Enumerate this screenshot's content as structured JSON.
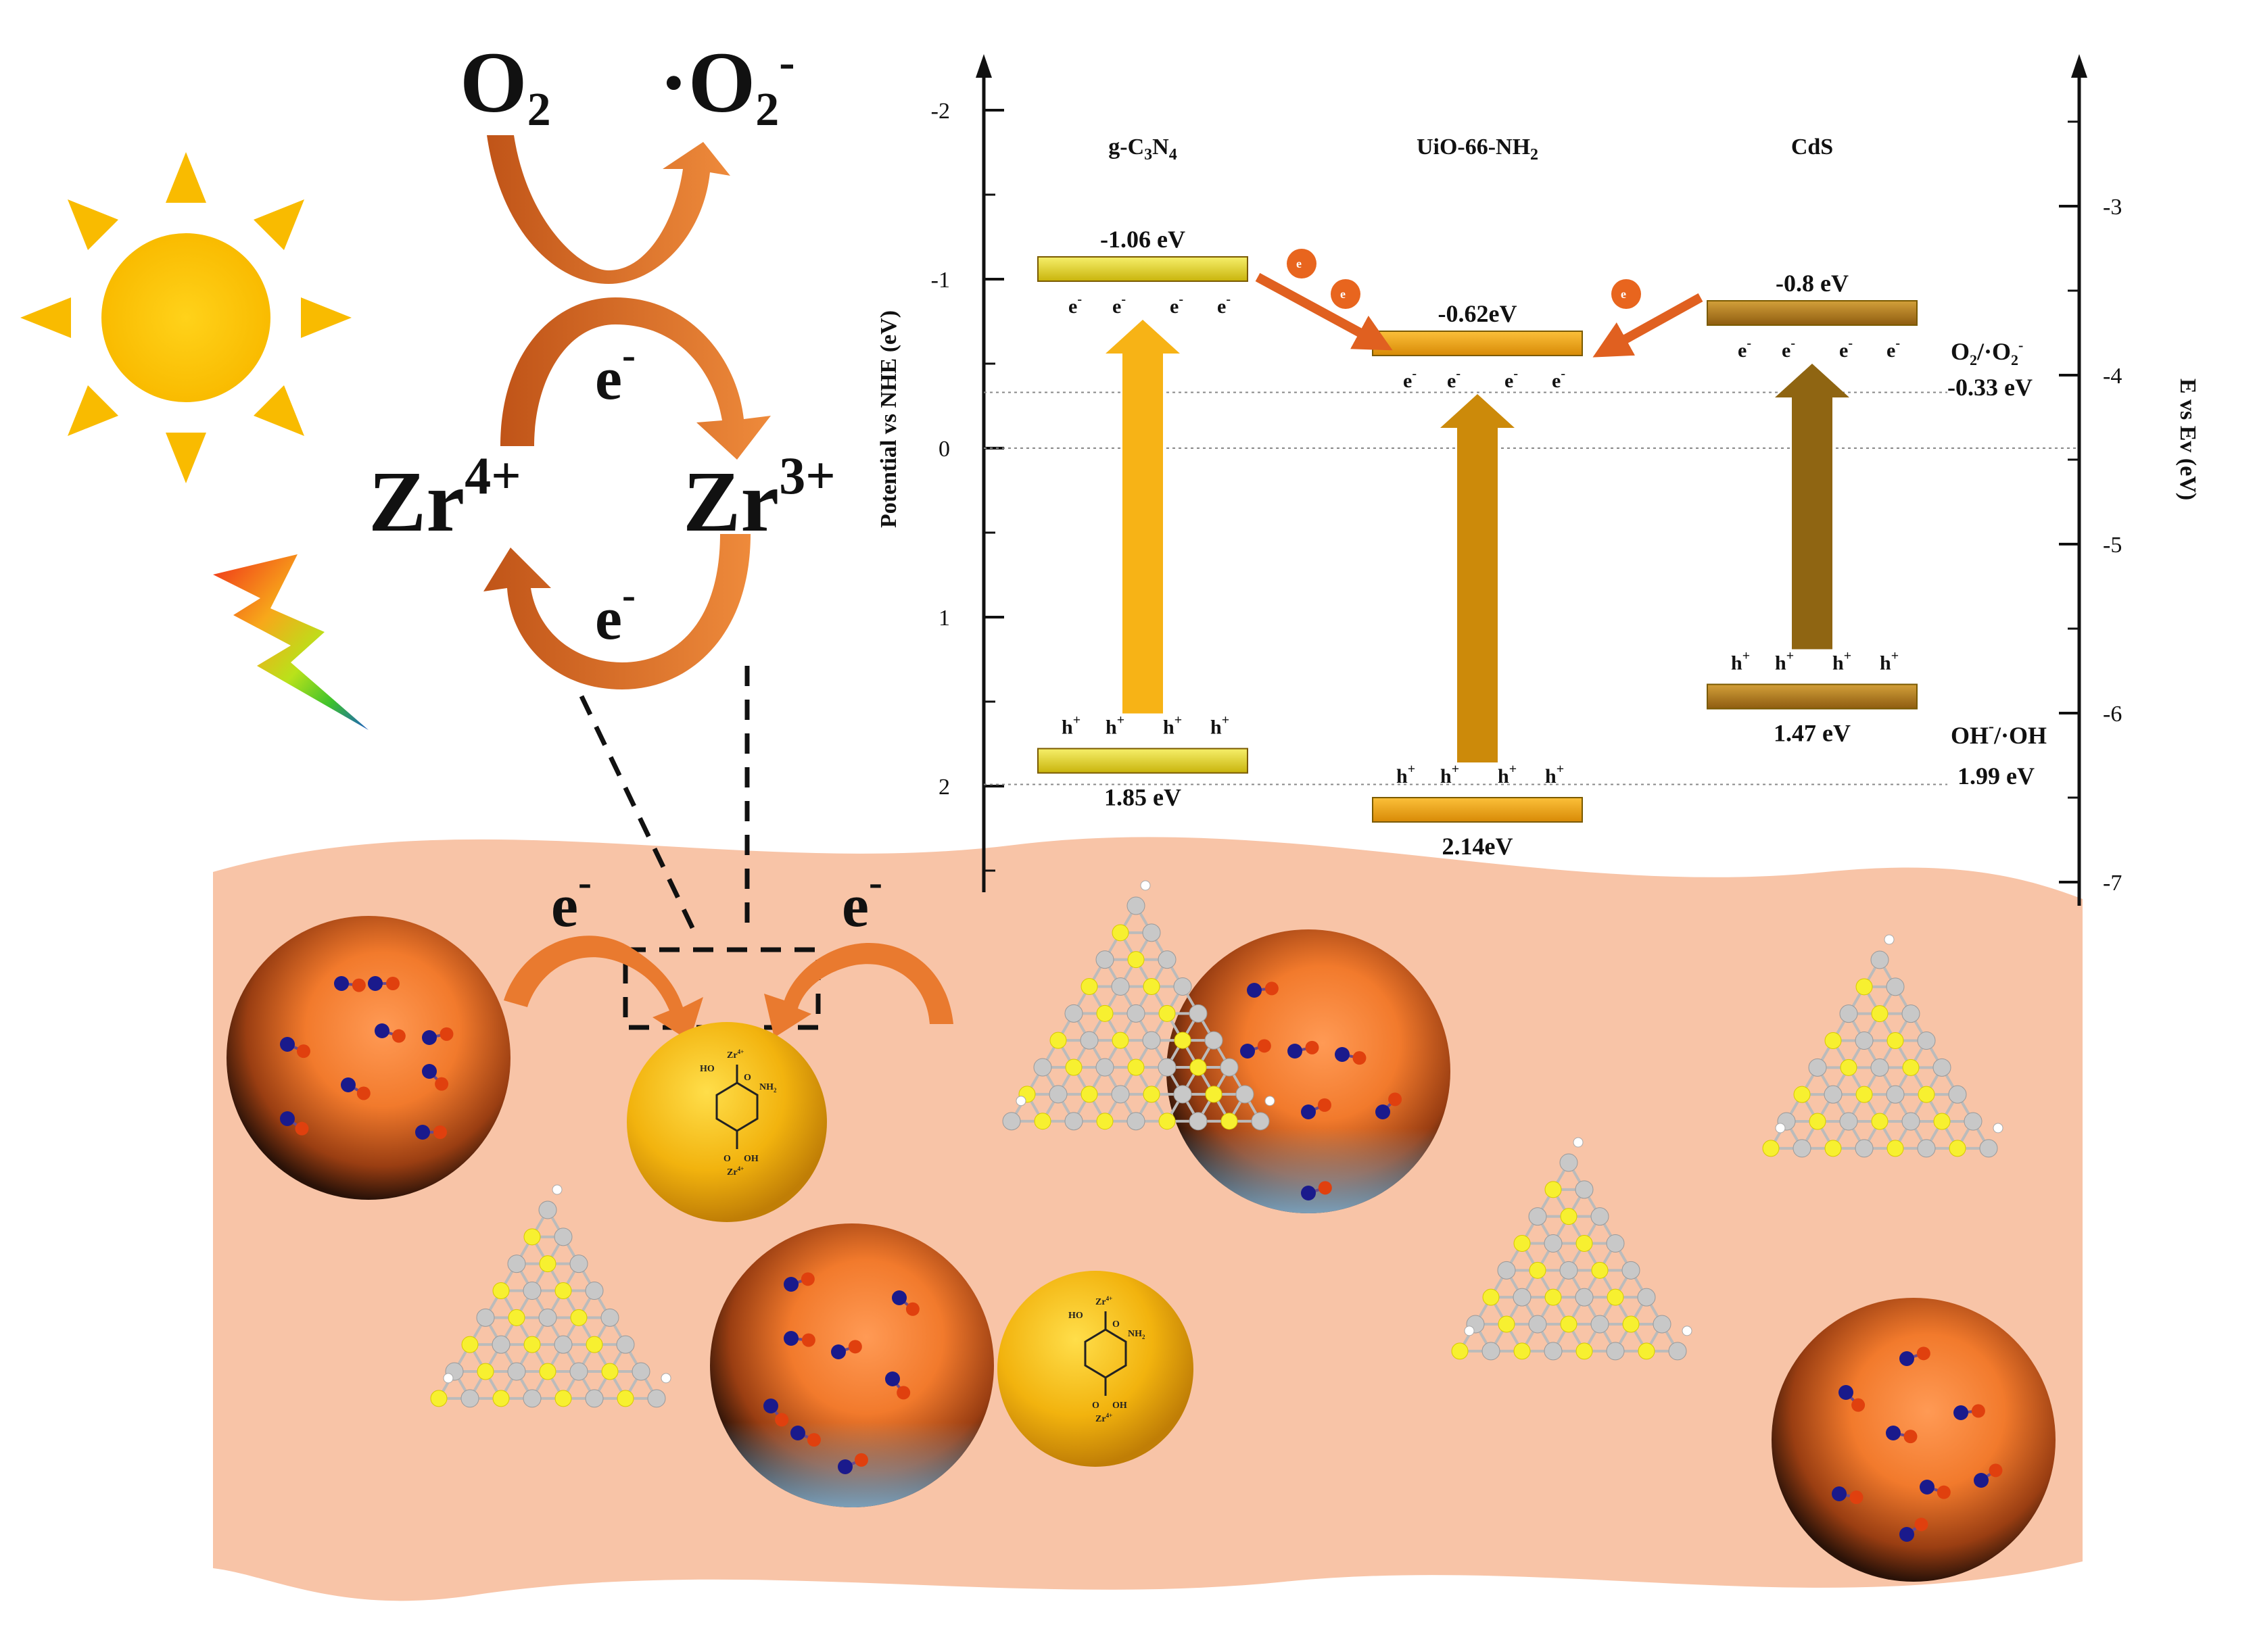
{
  "mechanism": {
    "o2": "O",
    "o2_sub": "2",
    "radical_prefix": "·O",
    "radical_sub": "2",
    "radical_sup": "-",
    "electron_top": "e",
    "electron_top_sup": "-",
    "electron_bottom": "e",
    "electron_bottom_sup": "-",
    "zr4": "Zr",
    "zr4_sup": "4+",
    "zr3": "Zr",
    "zr3_sup": "3+",
    "transfer_left": "e",
    "transfer_left_sup": "-",
    "transfer_right": "e",
    "transfer_right_sup": "-"
  },
  "energy_diagram": {
    "left_axis_label": "Potential vs NHE (eV)",
    "right_axis_label": "E vs Ev (eV)",
    "left_ticks": [
      "-2",
      "-1",
      "0",
      "1",
      "2"
    ],
    "left_tick_values": [
      -2,
      -1,
      0,
      1,
      2
    ],
    "right_ticks": [
      "-3",
      "-4",
      "-5",
      "-6",
      "-7"
    ],
    "right_tick_values": [
      -3,
      -4,
      -5,
      -6,
      -7
    ],
    "materials": [
      {
        "name": "g-C",
        "name_sub1": "3",
        "name_mid": "N",
        "name_sub2": "4",
        "cb": -1.06,
        "vb": 1.85,
        "cb_label": "-1.06 eV",
        "vb_label": "1.85 eV",
        "color": "#e6d21a"
      },
      {
        "name": "UiO-66-NH",
        "name_sub1": "2",
        "cb": -0.62,
        "vb": 2.14,
        "cb_label": "-0.62eV",
        "vb_label": "2.14eV",
        "color": "#f0a512"
      },
      {
        "name": "CdS",
        "cb": -0.8,
        "vb": 1.47,
        "cb_label": "-0.8 eV",
        "vb_label": "1.47 eV",
        "color": "#b8861c"
      }
    ],
    "reference_levels": [
      {
        "value": -0.33,
        "label_line1": "O",
        "label_line1_rest": "/·O",
        "value_label": "-0.33 eV"
      },
      {
        "value": 1.99,
        "label_line1": "OH",
        "label_line1_rest": "/·OH",
        "value_label": "1.99 eV"
      }
    ],
    "electron": "e",
    "electron_sup": "-",
    "hole": "h",
    "hole_sup": "+"
  },
  "molecule_label": {
    "zr_top": "Zr",
    "zr_sup": "4+",
    "ho": "HO",
    "o": "O",
    "nh2": "NH",
    "nh2_sub": "2",
    "oh": "OH"
  }
}
